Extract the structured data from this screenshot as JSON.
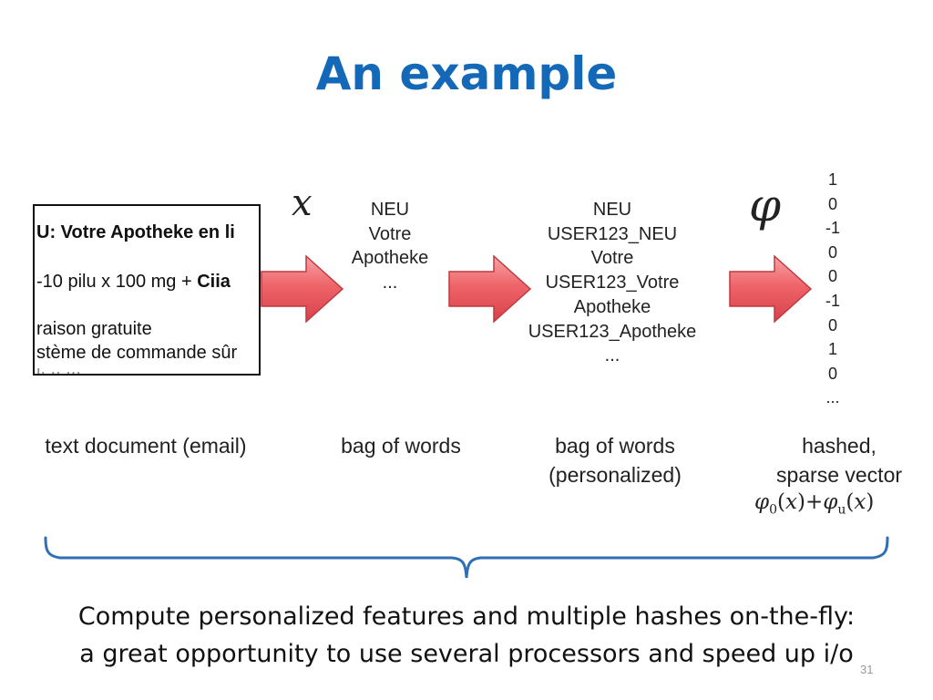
{
  "slide": {
    "title": "An example",
    "page_number": "31",
    "accent_color": "#1368b7",
    "arrow_color": "#e85b61"
  },
  "document": {
    "lines": [
      {
        "prefix": "U: ",
        "bold": "Votre Apotheke en li",
        "rest": ""
      },
      {
        "prefix": "-10 pilu x 100 mg + ",
        "bold": "Ciia",
        "rest": ""
      },
      {
        "prefix": "raison gratuite",
        "bold": "",
        "rest": ""
      },
      {
        "prefix": "stème de commande sûr",
        "bold": "",
        "rest": ""
      }
    ],
    "caption": "text document (email)"
  },
  "bag_of_words": {
    "symbol": "x",
    "words": [
      "NEU",
      "Votre",
      "Apotheke",
      "..."
    ],
    "caption": "bag of words"
  },
  "personalized": {
    "words": [
      "NEU",
      "USER123_NEU",
      "Votre",
      "USER123_Votre",
      "Apotheke",
      "USER123_Apotheke",
      "..."
    ],
    "caption_line1": "bag of words",
    "caption_line2": "(personalized)"
  },
  "hashed": {
    "symbol": "φ",
    "vector": [
      "1",
      "0",
      "-1",
      "0",
      "0",
      "-1",
      "0",
      "1",
      "0",
      "..."
    ],
    "caption_line1": "hashed,",
    "caption_line2": "sparse vector",
    "formula": {
      "phi": "φ",
      "sub0": "0",
      "x": "x",
      "plus": "+",
      "subu": "u"
    }
  },
  "footer": {
    "line1": "Compute personalized features and multiple hashes on-the-fly:",
    "line2": "a great opportunity to use several processors and speed up i/o"
  }
}
